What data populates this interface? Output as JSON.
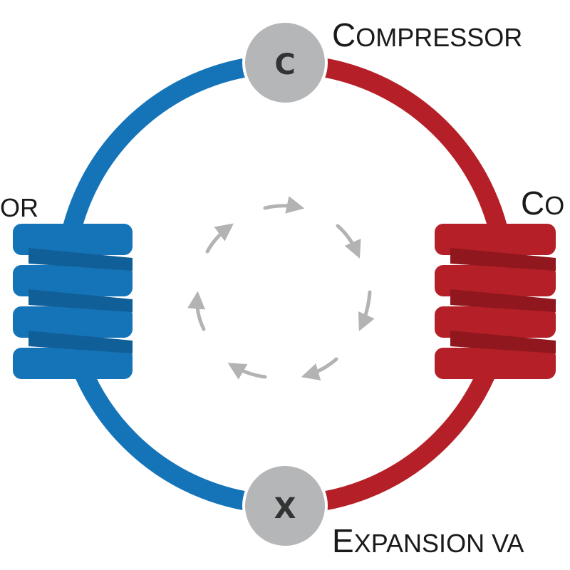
{
  "nodes": {
    "compressor": {
      "letter": "C",
      "label_initial": "C",
      "label_rest": "OMPRESSOR"
    },
    "expansion": {
      "letter": "X",
      "label_initial": "E",
      "label_rest": "XPANSION VA"
    }
  },
  "labels": {
    "evaporator_partial": "OR",
    "condenser_partial_initial": "C",
    "condenser_partial_rest": "O"
  },
  "colors": {
    "cold": "#1574b8",
    "hot": "#b51f27",
    "node_fill": "#b5b6b8",
    "node_stroke": "#ffffff",
    "flow_arrows": "#b3b3b3",
    "text": "#1a1a1a"
  },
  "icons": {
    "flow": "clockwise-arrow-icon",
    "evaporator": "coil-icon",
    "condenser": "coil-icon"
  }
}
